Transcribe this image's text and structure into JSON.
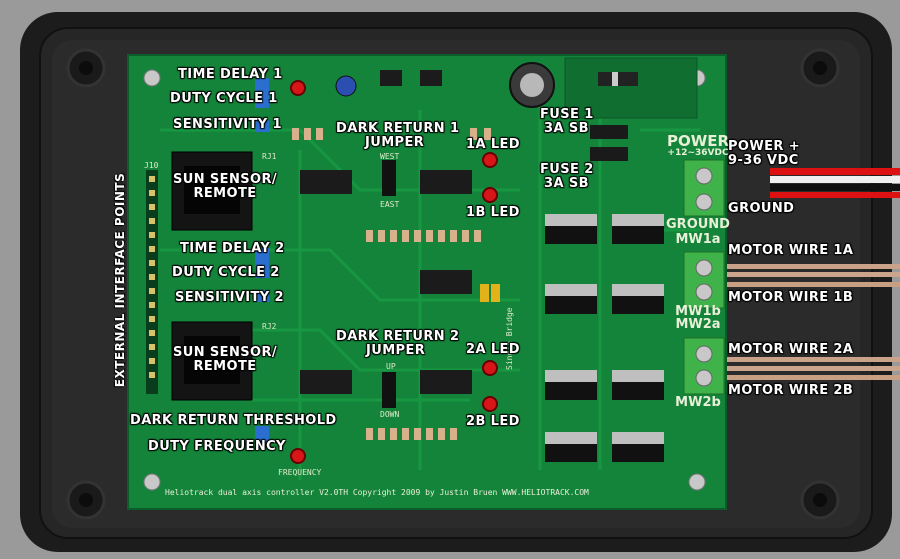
{
  "labels": {
    "time_delay_1": "TIME DELAY 1",
    "duty_cycle_1": "DUTY CYCLE 1",
    "sensitivity_1": "SENSITIVITY 1",
    "dark_return_1": "DARK RETURN 1",
    "jumper_1": "JUMPER",
    "led_1a": "1A LED",
    "led_1b": "1B LED",
    "fuse_1": "FUSE 1",
    "fuse_1_rating": "3A SB",
    "fuse_2": "FUSE 2",
    "fuse_2_rating": "3A SB",
    "sun_sensor_1a": "SUN SENSOR/",
    "sun_sensor_1b": "REMOTE",
    "time_delay_2": "TIME DELAY 2",
    "duty_cycle_2": "DUTY CYCLE 2",
    "sensitivity_2": "SENSITIVITY 2",
    "dark_return_2": "DARK RETURN 2",
    "jumper_2": "JUMPER",
    "led_2a": "2A LED",
    "led_2b": "2B LED",
    "sun_sensor_2a": "SUN SENSOR/",
    "sun_sensor_2b": "REMOTE",
    "dark_return_threshold": "DARK RETURN THRESHOLD",
    "duty_frequency": "DUTY FREQUENCY",
    "power_plus_a": "POWER +",
    "power_plus_b": "9-36 VDC",
    "ground": "GROUND",
    "motor_1a": "MOTOR WIRE 1A",
    "motor_1b": "MOTOR WIRE 1B",
    "motor_2a": "MOTOR WIRE 2A",
    "motor_2b": "MOTOR WIRE 2B",
    "external_interface": "EXTERNAL INTERFACE POINTS"
  },
  "board": {
    "power_title": "POWER",
    "power_range": "+12~36VDC",
    "ground_silk": "GROUND",
    "mw1a": "MW1a",
    "mw1b": "MW1b",
    "mw2a": "MW2a",
    "mw2b": "MW2b",
    "west": "WEST",
    "east": "EAST",
    "up": "UP",
    "down": "DOWN",
    "frequency": "FREQUENCY",
    "footer": "Heliotrack dual axis controller V2.0TH   Copyright 2009 by Justin Bruen   WWW.HELIOTRACK.COM",
    "j10": "J10",
    "rj1": "RJ1",
    "rj2": "RJ2",
    "single_bridge": "Single Bridge"
  },
  "colors": {
    "board": "#14843a",
    "case": "#1f1f1f",
    "background": "#9a9a9a",
    "led": "#d8161a",
    "terminal": "#3fb24a"
  }
}
